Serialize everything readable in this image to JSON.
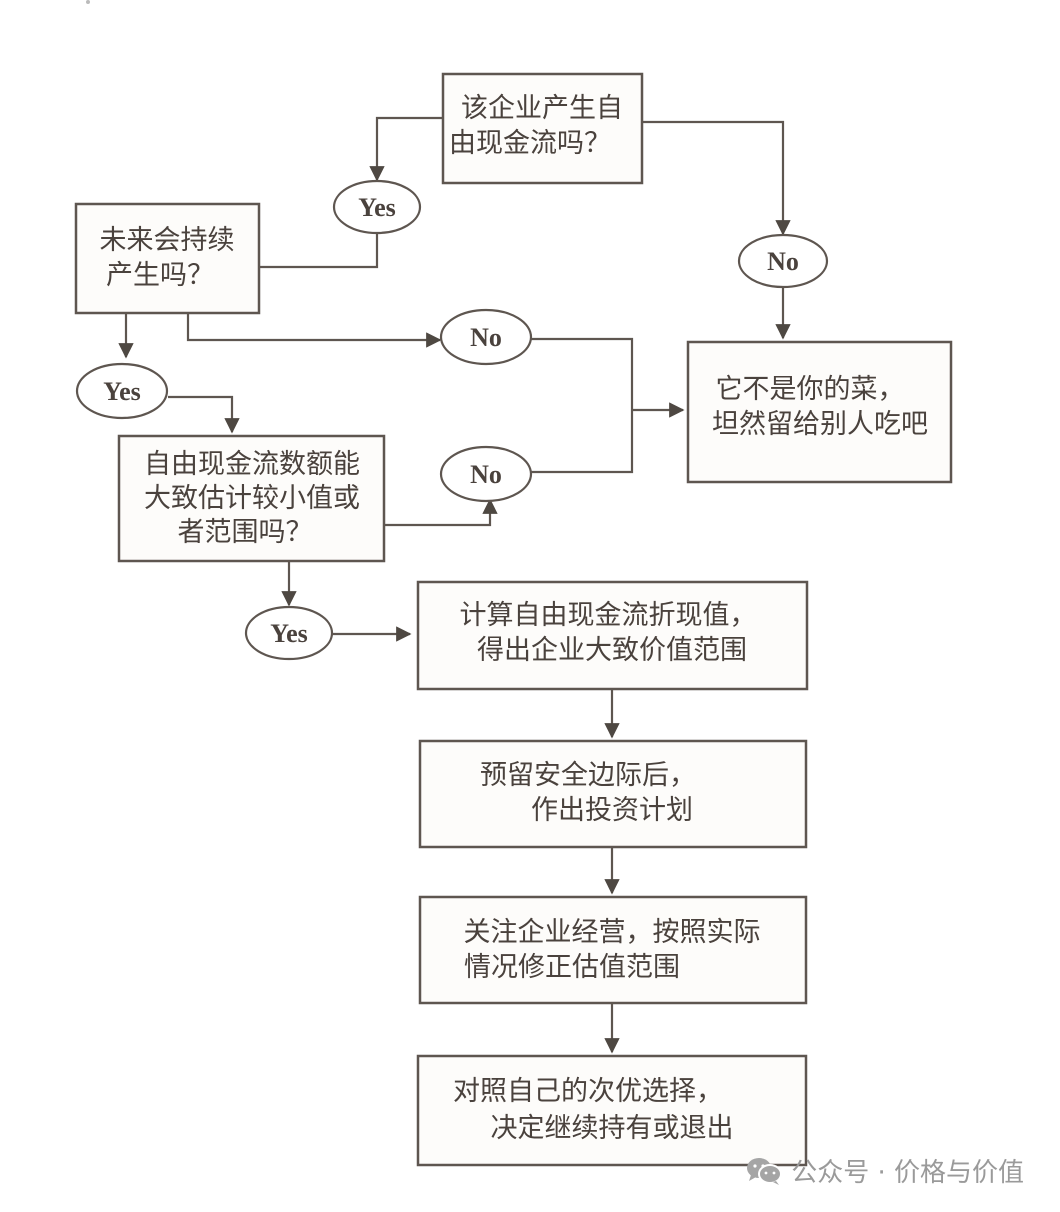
{
  "diagram": {
    "type": "flowchart",
    "nodes": {
      "q1": {
        "kind": "process",
        "lines": [
          "该企业产生自",
          "由现金流吗？"
        ]
      },
      "q2": {
        "kind": "process",
        "lines": [
          "未来会持续",
          "产生吗？"
        ]
      },
      "q3": {
        "kind": "process",
        "lines": [
          "自由现金流数额能",
          "大致估计较小值或",
          "者范围吗？"
        ]
      },
      "reject": {
        "kind": "process",
        "lines": [
          "它不是你的菜，",
          "坦然留给别人吃吧"
        ]
      },
      "step1": {
        "kind": "process",
        "lines": [
          "计算自由现金流折现值，",
          "得出企业大致价值范围"
        ]
      },
      "step2": {
        "kind": "process",
        "lines": [
          "预留安全边际后，",
          "作出投资计划"
        ]
      },
      "step3": {
        "kind": "process",
        "lines": [
          "关注企业经营，按照实际",
          "情况修正估值范围"
        ]
      },
      "step4": {
        "kind": "process",
        "lines": [
          "对照自己的次优选择，",
          "决定继续持有或退出"
        ]
      },
      "yes1": {
        "kind": "answer",
        "label": "Yes"
      },
      "no1": {
        "kind": "answer",
        "label": "No"
      },
      "yes2": {
        "kind": "answer",
        "label": "Yes"
      },
      "no2": {
        "kind": "answer",
        "label": "No"
      },
      "yes3": {
        "kind": "answer",
        "label": "Yes"
      },
      "no3": {
        "kind": "answer",
        "label": "No"
      }
    },
    "edges": [
      [
        "q1",
        "yes1"
      ],
      [
        "q1",
        "no1"
      ],
      [
        "yes1",
        "q2"
      ],
      [
        "no1",
        "reject"
      ],
      [
        "q2",
        "yes2"
      ],
      [
        "q2",
        "no2"
      ],
      [
        "no2",
        "reject"
      ],
      [
        "yes2",
        "q3"
      ],
      [
        "q3",
        "no3"
      ],
      [
        "no3",
        "reject"
      ],
      [
        "q3",
        "yes3"
      ],
      [
        "yes3",
        "step1"
      ],
      [
        "step1",
        "step2"
      ],
      [
        "step2",
        "step3"
      ],
      [
        "step3",
        "step4"
      ]
    ]
  },
  "watermark": {
    "icon": "wechat-icon",
    "text": "公众号 · 价格与价值"
  }
}
